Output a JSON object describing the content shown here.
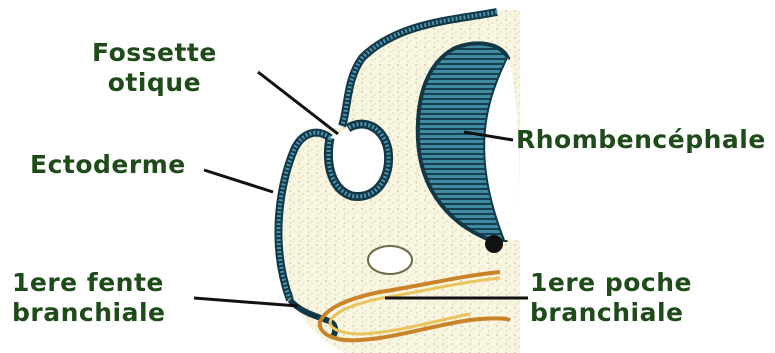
{
  "diagram": {
    "labels": {
      "fossette_otique": [
        "Fossette",
        "otique"
      ],
      "ectoderme": [
        "Ectoderme"
      ],
      "rhombencephale": [
        "Rhombencéphale"
      ],
      "fente_branchiale": [
        "1ere fente",
        "branchiale"
      ],
      "poche_branchiale": [
        "1ere poche",
        "branchiale"
      ]
    },
    "colors": {
      "label_text": "#1f4a1a",
      "ectoderm": "#2f6f86",
      "ectoderm_dark": "#123848",
      "tissue": "#f7f3dc",
      "endoderm": "#e2b04a",
      "pointer": "#111111"
    }
  }
}
